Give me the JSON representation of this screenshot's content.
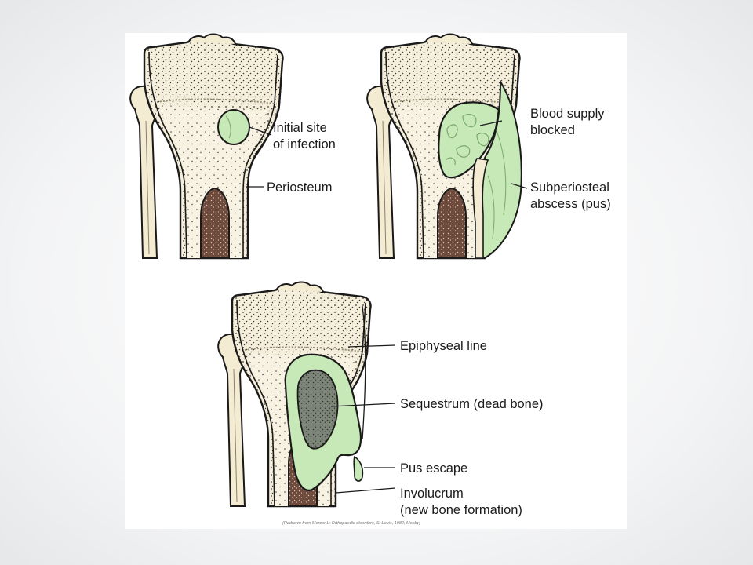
{
  "panel1": {
    "label_initial_site_line1": "Initial site",
    "label_initial_site_line2": "of infection",
    "label_periosteum": "Periosteum"
  },
  "panel2": {
    "label_blood_supply_line1": "Blood supply",
    "label_blood_supply_line2": "blocked",
    "label_subperiosteal_line1": "Subperiosteal",
    "label_subperiosteal_line2": "abscess (pus)"
  },
  "panel3": {
    "label_epiphyseal_line": "Epiphyseal line",
    "label_sequestrum": "Sequestrum (dead bone)",
    "label_pus_escape": "Pus escape",
    "label_involucrum_line1": "Involucrum",
    "label_involucrum_line2": "(new bone formation)"
  },
  "credit": "(Redrawn from Mercer L: Orthopaedic disorders, St Louis, 1982, Mosby)",
  "colors": {
    "pus_green": "#c7e8b7",
    "bone_cream": "#f2ecd6",
    "marrow_brown": "#6e4a3c",
    "outline": "#1a1a1a"
  }
}
